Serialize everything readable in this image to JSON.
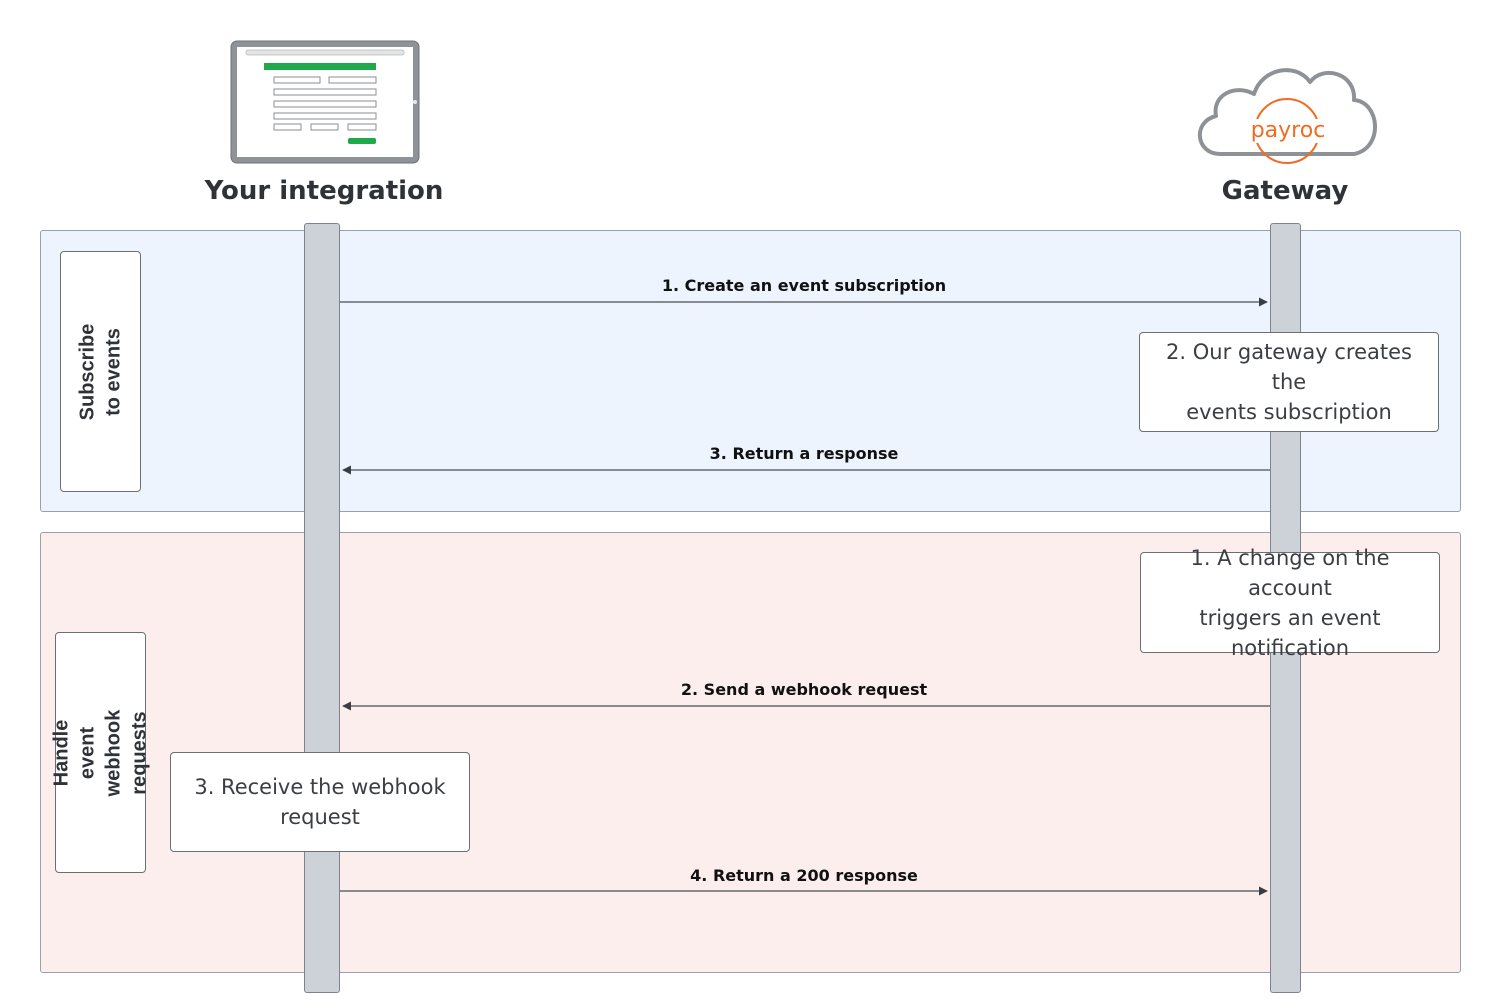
{
  "actors": {
    "integration": {
      "title": "Your integration",
      "icon": "tablet-form-icon"
    },
    "gateway": {
      "title": "Gateway",
      "icon": "payroc-cloud-icon",
      "logo_text": "payroc"
    }
  },
  "sections": [
    {
      "label": "Subscribe to events"
    },
    {
      "label": "Handle event\nwebhook requests"
    }
  ],
  "messages": [
    {
      "label": "1. Create an event subscription"
    },
    {
      "label": "3. Return a response"
    },
    {
      "label": "2. Send a webhook request"
    },
    {
      "label": "4. Return a 200 response"
    }
  ],
  "notes": [
    {
      "text": "2. Our gateway creates the\nevents subscription"
    },
    {
      "text": "1. A change on the account\ntriggers an event\nnotification"
    },
    {
      "text": "3. Receive the webhook\nrequest"
    }
  ],
  "colors": {
    "section_blue": "#edf4fe",
    "section_pink": "#fdeeee",
    "lifeline": "#cdd2d9",
    "brand_orange": "#f26b21",
    "form_green": "#1ea94b"
  }
}
